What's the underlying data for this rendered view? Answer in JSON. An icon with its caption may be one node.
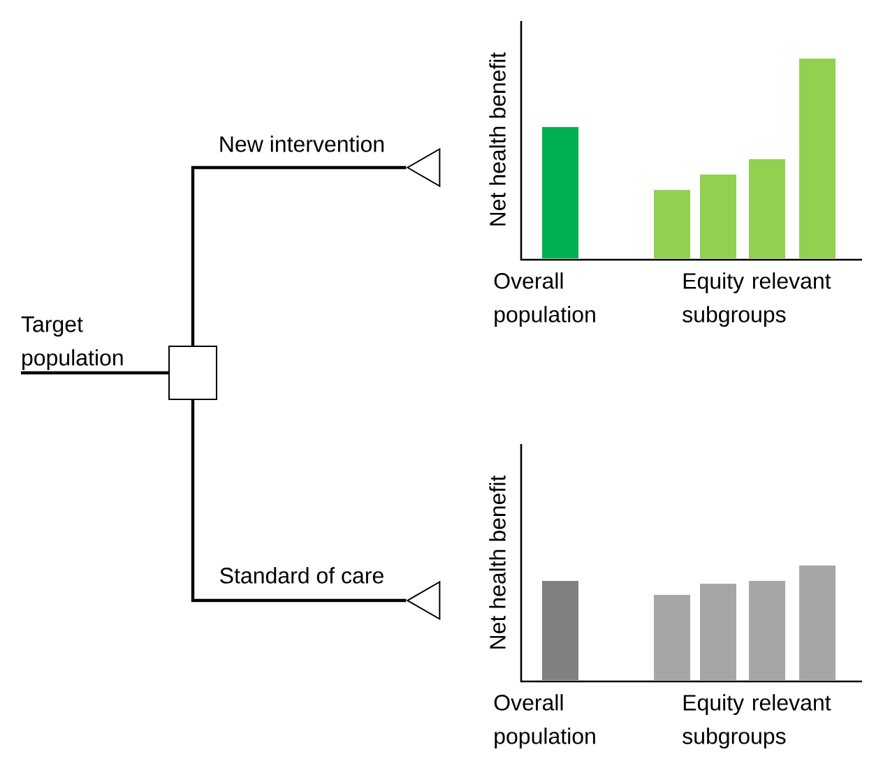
{
  "diagram": {
    "nodes": [
      {
        "text": [
          "Target population"
        ]
      },
      {
        "text": [],
        "shape": "box"
      },
      {
        "text": [],
        "shape": "triangle"
      },
      {
        "text": [],
        "shape": "triangle"
      }
    ],
    "edges": [
      {
        "from": 0,
        "to": 1,
        "arrow": "none"
      },
      {
        "from": 1,
        "to": 2,
        "arrow": "none",
        "label": "New intervention"
      },
      {
        "from": 1,
        "to": 3,
        "arrow": "none",
        "label": "Standard of care"
      }
    ],
    "labels": [
      "Net health benefit",
      "Overall population",
      "Equity relevant subgroups",
      "Net health benefit",
      "Overall population",
      "Equity relevant subgroups"
    ]
  }
}
